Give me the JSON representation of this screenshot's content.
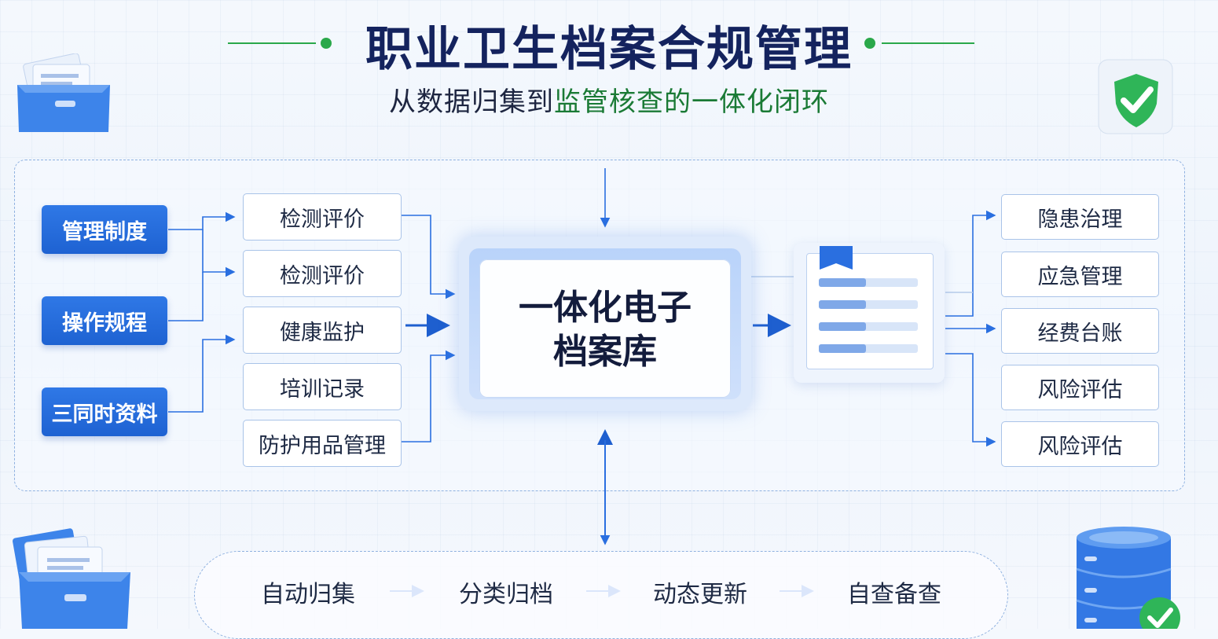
{
  "title": "职业卫生档案合规管理",
  "subtitle": {
    "part1": "从数据归集到",
    "part2": "监管核查的一体化闭环"
  },
  "sources": [
    "管理制度",
    "操作规程",
    "三同时资料"
  ],
  "records": [
    "检测评价",
    "检测评价",
    "健康监护",
    "培训记录",
    "防护用品管理"
  ],
  "center": {
    "line1": "一体化电子",
    "line2": "档案库"
  },
  "outputs": [
    "隐患治理",
    "应急管理",
    "经费台账",
    "风险评估",
    "风险评估"
  ],
  "process_steps": [
    "自动归集",
    "分类归档",
    "动态更新",
    "自查备查"
  ],
  "colors": {
    "primary_blue": "#1e62d2",
    "title_navy": "#14235e",
    "accent_green": "#2aa84a"
  },
  "icons": [
    "file-box-icon",
    "shield-check-icon",
    "database-icon",
    "check-icon"
  ]
}
